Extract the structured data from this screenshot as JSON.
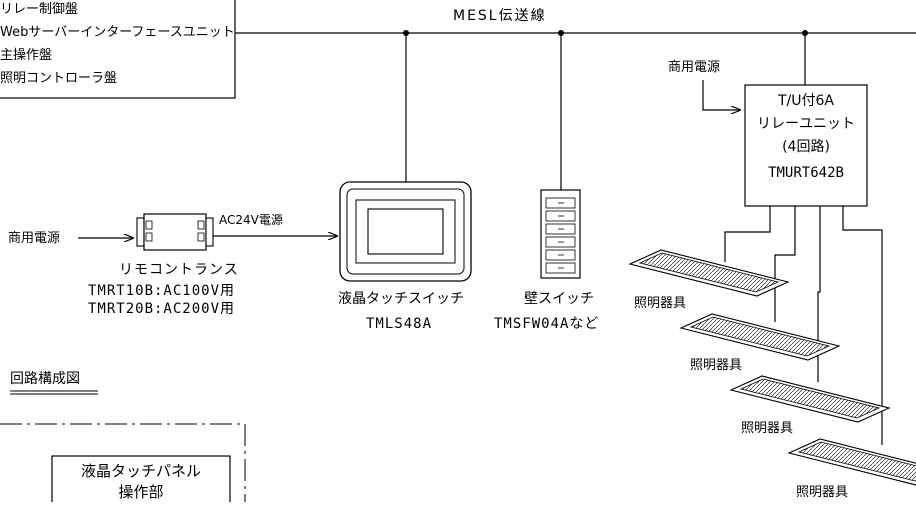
{
  "top_box": {
    "items": [
      "リレー制御盤",
      "Webサーバーインターフェースユニット",
      "主操作盤",
      "照明コントローラ盤"
    ]
  },
  "bus_label": "MESL伝送線",
  "power_source_left": "商用電源",
  "power_source_right": "商用電源",
  "transformer": {
    "output_label": "AC24V電源",
    "name": "リモコントランス",
    "model_1": "TMRT10B:AC100V用",
    "model_2": "TMRT20B:AC200V用"
  },
  "lcd_switch": {
    "name": "液晶タッチスイッチ",
    "model": "TMLS48A"
  },
  "wall_switch": {
    "name": "壁スイッチ",
    "model": "TMSFW04Aなど"
  },
  "relay_unit": {
    "line1": "T/U付6A",
    "line2": "リレーユニット",
    "line3": "(4回路)",
    "model": "TMURT642B"
  },
  "fixtures": [
    "照明器具",
    "照明器具",
    "照明器具",
    "照明器具"
  ],
  "section_title": "回路構成図",
  "panel_box": {
    "line1": "液晶タッチパネル",
    "line2": "操作部"
  }
}
